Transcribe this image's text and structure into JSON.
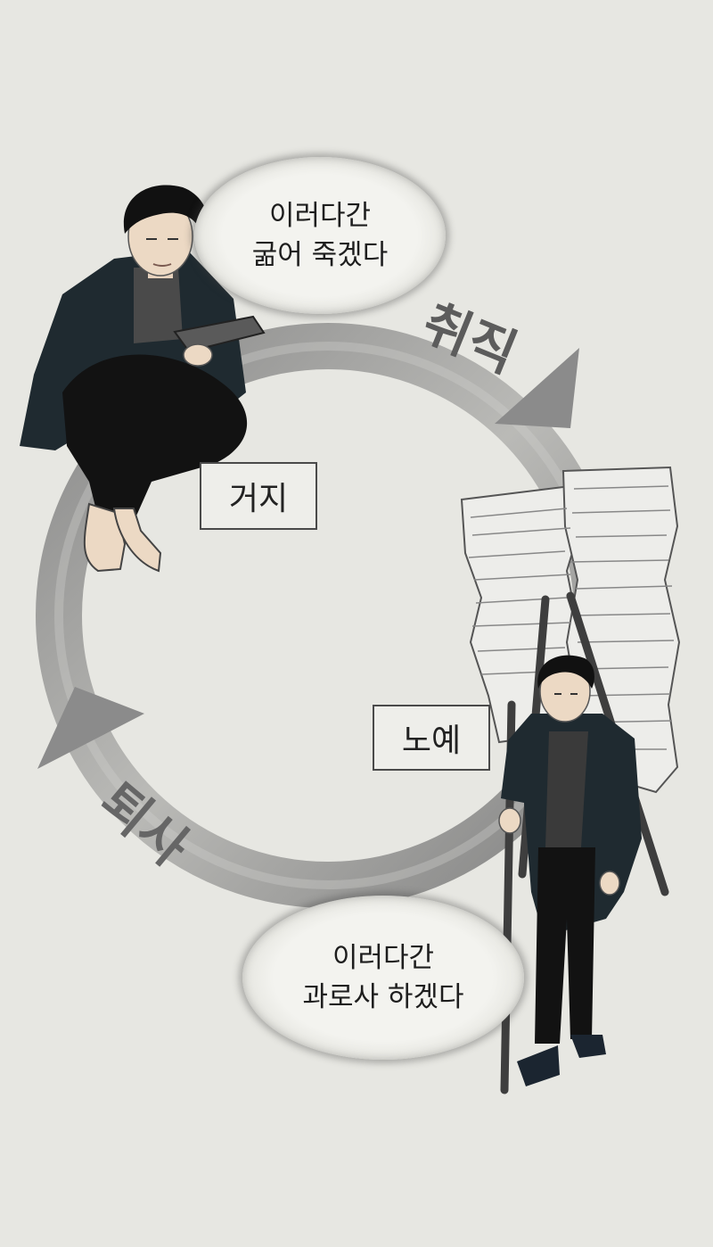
{
  "cycle": {
    "arrow_label_top": "취직",
    "arrow_label_bottom": "퇴사"
  },
  "labels": {
    "left_state": "거지",
    "right_state": "노예"
  },
  "bubbles": {
    "top": {
      "line1": "이러다간",
      "line2": "굶어 죽겠다"
    },
    "bottom": {
      "line1": "이러다간",
      "line2": "과로사 하겠다"
    }
  },
  "colors": {
    "background": "#e7e7e2",
    "arrow": "#8b8b8b",
    "coat": "#1f2a30",
    "pants": "#121212"
  }
}
